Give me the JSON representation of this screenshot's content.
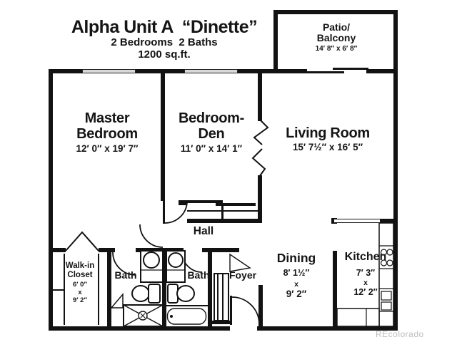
{
  "header": {
    "title": "Alpha Unit A  “Dinette”",
    "subtitle1": "2 Bedrooms  2 Baths",
    "subtitle2": "1200 sq.ft."
  },
  "watermark": "REcolorado",
  "colors": {
    "wall": "#121212",
    "window": "#d8d8d8",
    "watermark": "#bdbdbd"
  },
  "rooms": {
    "master": {
      "name1": "Master",
      "name2": "Bedroom",
      "dims": "12′ 0″ x 19′ 7″"
    },
    "den": {
      "name1": "Bedroom-",
      "name2": "Den",
      "dims": "11′ 0″ x 14′ 1″"
    },
    "living": {
      "name": "Living Room",
      "dims": "15′ 7½″ x 16′ 5″"
    },
    "patio": {
      "name1": "Patio/",
      "name2": "Balcony",
      "dims": "14′ 8″ x 6′ 8″"
    },
    "walkin": {
      "name1": "Walk-in",
      "name2": "Closet",
      "dim1": "6′ 0″",
      "x": "x",
      "dim2": "9′ 2″"
    },
    "bath1": {
      "name": "Bath"
    },
    "bath2": {
      "name": "Bath"
    },
    "hall": {
      "name": "Hall"
    },
    "foyer": {
      "name": "Foyer"
    },
    "dining": {
      "name": "Dining",
      "dim1": "8′ 1½″",
      "x": "x",
      "dim2": "9′ 2″"
    },
    "kitchen": {
      "name": "Kitchen",
      "dim1": "7′ 3″",
      "x": "x",
      "dim2": "12′ 2″"
    }
  }
}
